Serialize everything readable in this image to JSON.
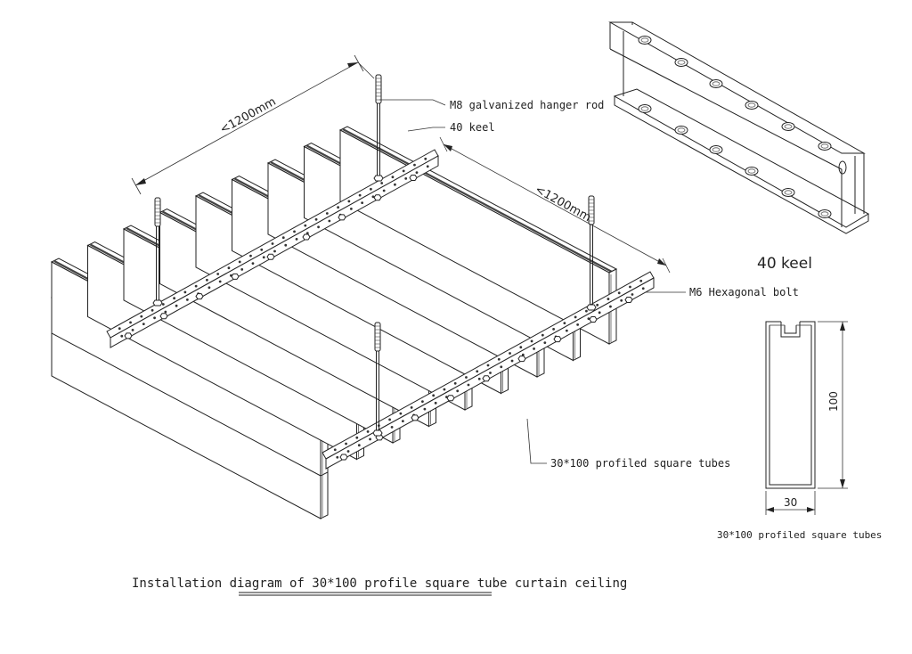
{
  "labels": {
    "hanger_rod": "M8 galvanized hanger rod",
    "keel_callout": "40 keel",
    "dim_left": "<1200mm",
    "dim_right": "<1200mm",
    "hex_bolt": "M6 Hexagonal bolt",
    "tubes_callout": "30*100 profiled square tubes",
    "keel_detail_title": "40 keel",
    "section_height": "100",
    "section_width": "30",
    "section_caption": "30*100 profiled square tubes",
    "main_caption": "Installation diagram of 30*100 profile square tube curtain ceiling"
  },
  "colors": {
    "line": "#222222",
    "hatch": "#3a3a3a",
    "bg": "#ffffff"
  }
}
